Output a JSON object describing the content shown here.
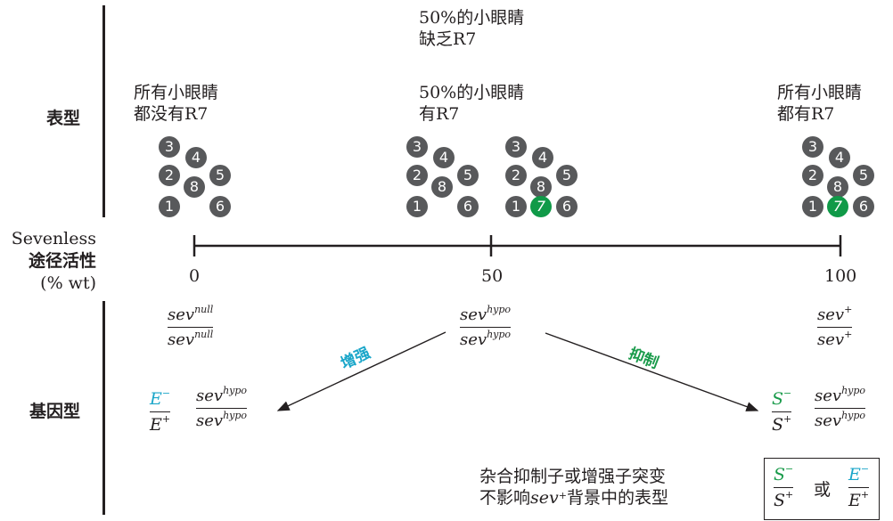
{
  "side_labels": {
    "phenotype": "表型",
    "pathway_line1": "Sevenless",
    "pathway_line2": "途径活性",
    "pathway_line3": "(% wt)",
    "genotype": "基因型"
  },
  "top_note": {
    "line1": "50%的小眼睛",
    "line2": "缺乏R7"
  },
  "phenotypes": {
    "left": {
      "line1": "所有小眼睛",
      "line2": "都没有R7"
    },
    "middle": {
      "line1": "50%的小眼睛",
      "line2": "有R7"
    },
    "right": {
      "line1": "所有小眼睛",
      "line2": "都有R7"
    }
  },
  "cells": {
    "c1": "1",
    "c2": "2",
    "c3": "3",
    "c4": "4",
    "c5": "5",
    "c6": "6",
    "c7": "7",
    "c8": "8"
  },
  "axis": {
    "tick0": "0",
    "tick50": "50",
    "tick100": "100"
  },
  "genotypes": {
    "null": {
      "base": "sev",
      "sup": "null"
    },
    "hypo": {
      "base": "sev",
      "sup": "hypo"
    },
    "plus": {
      "base": "sev",
      "sup": "+"
    },
    "E_minus": {
      "base": "E",
      "sup": "−"
    },
    "E_plus": {
      "base": "E",
      "sup": "+"
    },
    "S_minus": {
      "base": "S",
      "sup": "−"
    },
    "S_plus": {
      "base": "S",
      "sup": "+"
    }
  },
  "arrows": {
    "enhance": "增强",
    "suppress": "抑制"
  },
  "note": {
    "line1": "杂合抑制子或增强子突变",
    "line2_pre": "不影响",
    "line2_sev": "sev",
    "line2_sup": "+",
    "line2_post": "背景中的表型"
  },
  "box": {
    "or": "或"
  },
  "colors": {
    "cell_gray": "#58595b",
    "r7_green": "#109a48",
    "enhancer_cyan": "#1aa6c9",
    "suppressor_green": "#1a9b4b"
  }
}
